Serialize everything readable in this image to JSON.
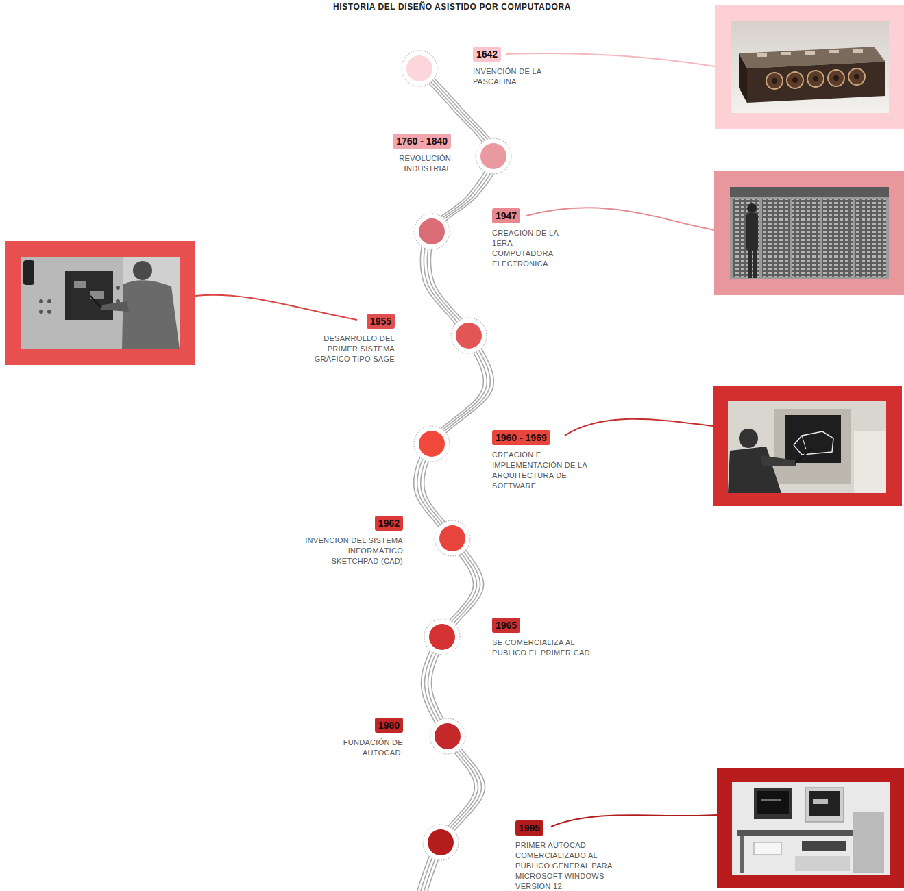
{
  "diagram": {
    "title": "HISTORIA DEL DISEÑO ASISTIDO POR COMPUTADORA",
    "nodes": [
      {
        "text": [
          "1642",
          "INVENCIÓN DE LA PASCALINA"
        ]
      },
      {
        "text": [
          "1760 - 1840",
          "REVOLUCIÓN INDUSTRIAL"
        ]
      },
      {
        "text": [
          "1947",
          "CREACIÓN DE LA 1ERA COMPUTADORA ELECTRÓNICA"
        ]
      },
      {
        "text": [
          "1955",
          "DESARROLLO DEL PRIMER SISTEMA GRÁFICO TIPO SAGE"
        ]
      },
      {
        "text": [
          "1960 - 1969",
          "CREACIÓN E IMPLEMENTACIÓN DE LA ARQUITECTURA DE SOFTWARE"
        ]
      },
      {
        "text": [
          "1962",
          "INVENCION DEL SISTEMA INFORMÁTICO SKETCHPAD (CAD)"
        ]
      },
      {
        "text": [
          "1965",
          "SE COMERCIALIZA AL PÚBLICO EL PRIMER CAD"
        ]
      },
      {
        "text": [
          "1980",
          "FUNDACIÓN DE AUTOCAD."
        ]
      },
      {
        "text": [
          "1995",
          "PRIMER AUTOCAD COMERCIALIZADO AL PÚBLICO GENERAL PARA MICROSOFT WINDOWS VERSION 12."
        ]
      }
    ]
  }
}
